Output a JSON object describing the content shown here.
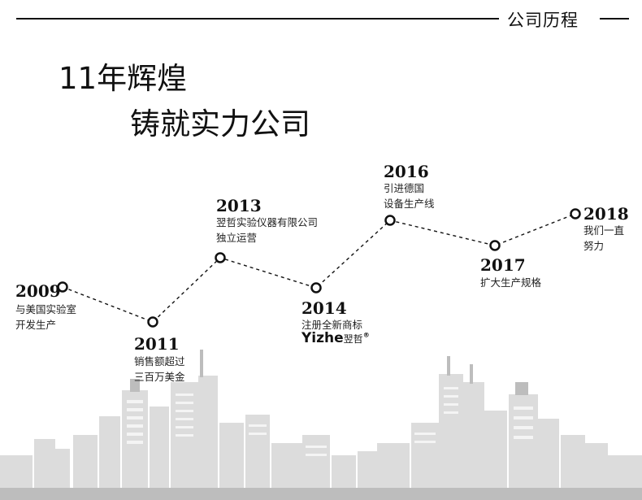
{
  "header": {
    "title": "公司历程"
  },
  "slogan": {
    "line1": "11年辉煌",
    "line2": "铸就实力公司"
  },
  "milestones": [
    {
      "year": "2009",
      "lines": [
        "与美国实验室",
        "开发生产"
      ]
    },
    {
      "year": "2011",
      "lines": [
        "销售额超过",
        "三百万美金"
      ]
    },
    {
      "year": "2013",
      "lines": [
        "翌哲实验仪器有限公司",
        "独立运营"
      ]
    },
    {
      "year": "2014",
      "lines": [
        "注册全新商标"
      ]
    },
    {
      "year": "2016",
      "lines": [
        "引进德国",
        "设备生产线"
      ]
    },
    {
      "year": "2017",
      "lines": [
        "扩大生产规格"
      ]
    },
    {
      "year": "2018",
      "lines": [
        "我们一直",
        "努力"
      ]
    }
  ],
  "brand_logo": {
    "latin": "Yizhe",
    "cn": "翌哲",
    "mark": "®"
  },
  "colors": {
    "ink": "#111111",
    "skyline_light": "#dcdcdc",
    "skyline_dark": "#bdbdbd",
    "window": "#f4f4f4"
  }
}
